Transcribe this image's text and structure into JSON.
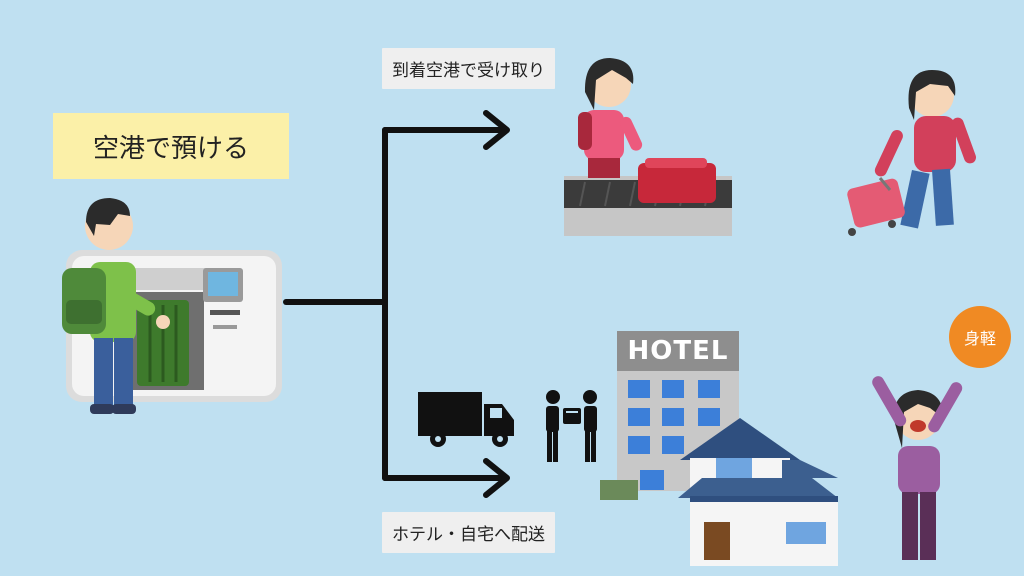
{
  "labels": {
    "deposit": "空港で預ける",
    "pickup": "到着空港で受け取り",
    "delivery": "ホテル・自宅へ配送",
    "light": "身軽"
  },
  "hotel_sign": "HOTEL",
  "colors": {
    "background": "#bfe0f1",
    "deposit_label": "#fbf0a8",
    "badge": "#f08a23",
    "arrow": "#111111"
  },
  "icons": [
    "luggage-machine",
    "traveler-man",
    "baggage-carousel",
    "woman-suitcase",
    "truck-icon",
    "handover-icon",
    "hotel-building",
    "house",
    "cheering-woman"
  ]
}
